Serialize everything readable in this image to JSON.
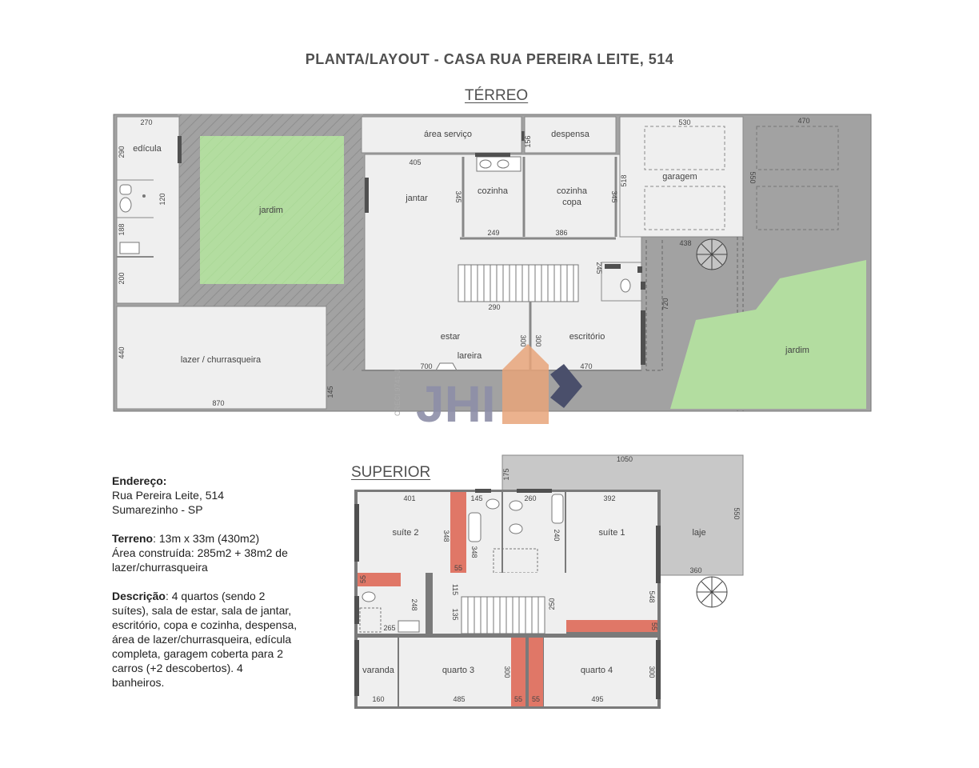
{
  "header": {
    "title": "PLANTA/LAYOUT - CASA RUA PEREIRA LEITE, 514",
    "terreo_label": "TÉRREO",
    "superior_label": "SUPERIOR"
  },
  "colors": {
    "background": "#ffffff",
    "hatch": "#9a9a9a",
    "room_fill": "#efefef",
    "lawn": "#b3dda0",
    "closet": "#e07767",
    "wall": "#505050",
    "logo_gray": "#8d8fa8",
    "logo_orange": "#e8a57a",
    "logo_slate": "#4a4f6b"
  },
  "terreo": {
    "rooms": {
      "edicula": "edícula",
      "jardim_left": "jardim",
      "area_servico": "área serviço",
      "despensa": "despensa",
      "garagem": "garagem",
      "jantar": "jantar",
      "cozinha": "cozinha",
      "cozinha_copa_1": "cozinha",
      "cozinha_copa_2": "copa",
      "estar": "estar",
      "lareira": "lareira",
      "escritorio": "escritório",
      "lazer": "lazer / churrasqueira",
      "jardim_right": "jardim"
    },
    "dims": {
      "d270": "270",
      "d290": "290",
      "d120": "120",
      "d188": "188",
      "d200": "200",
      "d440": "440",
      "d870": "870",
      "d145": "145",
      "d405": "405",
      "d156": "156",
      "d530": "530",
      "d470_top": "470",
      "d550": "550",
      "d518": "518",
      "d345_a": "345",
      "d345_b": "345",
      "d249": "249",
      "d386": "386",
      "d438": "438",
      "d245": "245",
      "d290_stair": "290",
      "d720": "720",
      "d300_a": "300",
      "d300_b": "300",
      "d700": "700",
      "d470_bottom": "470"
    }
  },
  "superior": {
    "rooms": {
      "suite2": "suíte 2",
      "suite1": "suíte 1",
      "laje": "laje",
      "varanda": "varanda",
      "quarto3": "quarto 3",
      "quarto4": "quarto 4"
    },
    "dims": {
      "d1050": "1050",
      "d175": "175",
      "d550": "550",
      "d360": "360",
      "d401": "401",
      "d145": "145",
      "d260": "260",
      "d392": "392",
      "d348_a": "348",
      "d348_b": "348",
      "d240": "240",
      "d55_a": "55",
      "d55_b": "55",
      "d248": "248",
      "d115": "115",
      "d135": "135",
      "d250": "250",
      "d548": "548",
      "d55_c": "55",
      "d265": "265",
      "d300_a": "300",
      "d300_b": "300",
      "d160": "160",
      "d485": "485",
      "d55_d": "55",
      "d55_e": "55",
      "d495": "495"
    }
  },
  "watermark": {
    "logo_text": "JHI",
    "creci": "CRECI 9741-J"
  },
  "info": {
    "endereco_label": "Endereço:",
    "endereco_line1": "Rua Pereira Leite, 514",
    "endereco_line2": "Sumarezinho - SP",
    "terreno_label": "Terreno",
    "terreno_value": ": 13m x 33m (430m2)",
    "area_line1": "Área construída: 285m2 + 38m2 de",
    "area_line2": "lazer/churrasqueira",
    "descricao_label": "Descrição",
    "descricao_line1": ": 4 quartos (sendo 2",
    "descricao_line2": "suítes), sala de estar, sala de jantar,",
    "descricao_line3": "escritório, copa e cozinha, despensa,",
    "descricao_line4": "área de lazer/churrasqueira, edícula",
    "descricao_line5": "completa, garagem coberta para 2",
    "descricao_line6": "carros (+2 descobertos). 4",
    "descricao_line7": "banheiros."
  }
}
